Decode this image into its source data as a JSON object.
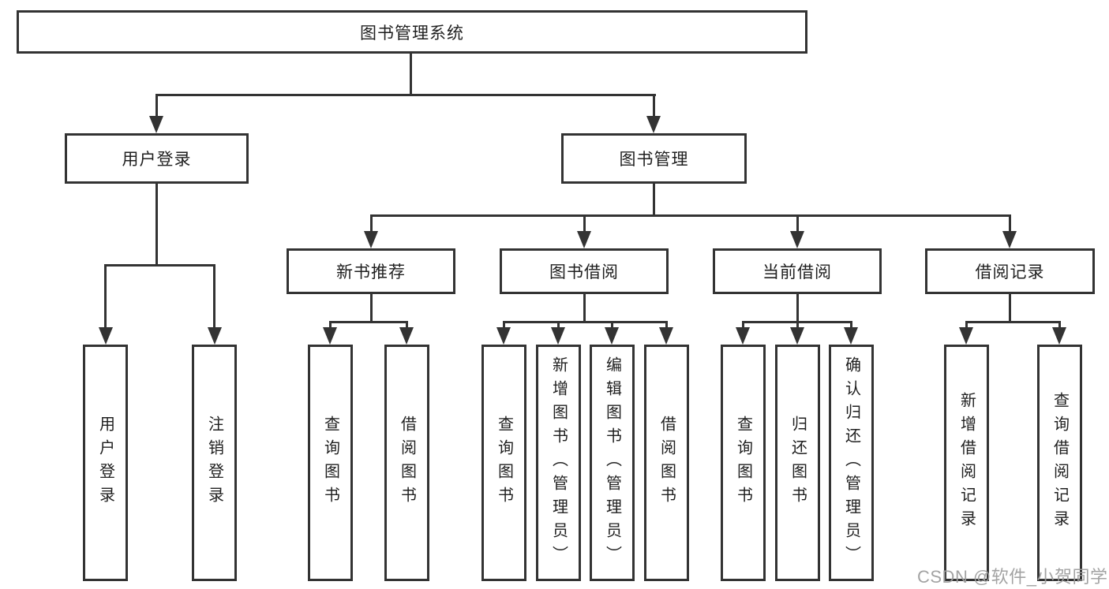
{
  "tree": {
    "label": "图书管理系统",
    "children": [
      {
        "label": "用户登录",
        "children": [
          {
            "label": "用户登录"
          },
          {
            "label": "注销登录"
          }
        ]
      },
      {
        "label": "图书管理",
        "children": [
          {
            "label": "新书推荐",
            "children": [
              {
                "label": "查询图书"
              },
              {
                "label": "借阅图书"
              }
            ]
          },
          {
            "label": "图书借阅",
            "children": [
              {
                "label": "查询图书"
              },
              {
                "label": "新增图书（管理员）"
              },
              {
                "label": "编辑图书（管理员）"
              },
              {
                "label": "借阅图书"
              }
            ]
          },
          {
            "label": "当前借阅",
            "children": [
              {
                "label": "查询图书"
              },
              {
                "label": "归还图书"
              },
              {
                "label": "确认归还（管理员）"
              }
            ]
          },
          {
            "label": "借阅记录",
            "children": [
              {
                "label": "新增借阅记录"
              },
              {
                "label": "查询借阅记录"
              }
            ]
          }
        ]
      }
    ]
  },
  "watermark": {
    "text": "CSDN @软件_小贺同学"
  },
  "colors": {
    "line": "#333333",
    "text": "#1f1f1f",
    "background": "#ffffff",
    "watermark": "#9e9e9e"
  }
}
